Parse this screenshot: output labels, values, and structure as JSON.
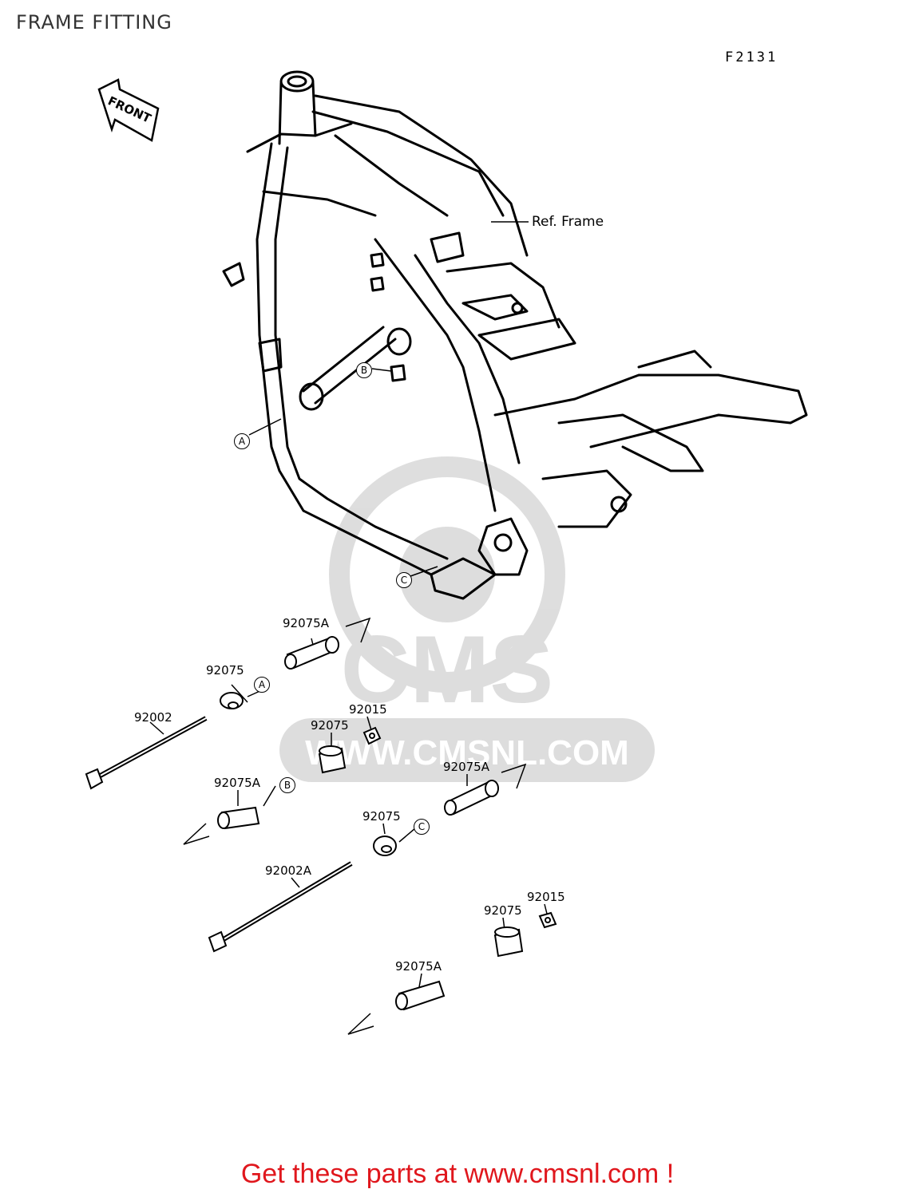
{
  "header": {
    "title": "FRAME FITTING",
    "code": "F2131"
  },
  "diagram": {
    "front_label": "FRONT",
    "frame_label": "Ref. Frame",
    "callouts": [
      "A",
      "B",
      "C"
    ],
    "parts": {
      "p1": "92075A",
      "p2": "92075",
      "p3": "92002",
      "p4": "92015",
      "p5": "92075",
      "p6": "92075A",
      "p7": "92075A",
      "p8": "92075",
      "p9": "92002A",
      "p10": "92015",
      "p11": "92075",
      "p12": "92075A"
    }
  },
  "watermark": {
    "brand": "CMS",
    "url": "WWW.CMSNL.COM"
  },
  "footer": {
    "text": "Get these parts at www.cmsnl.com !"
  }
}
